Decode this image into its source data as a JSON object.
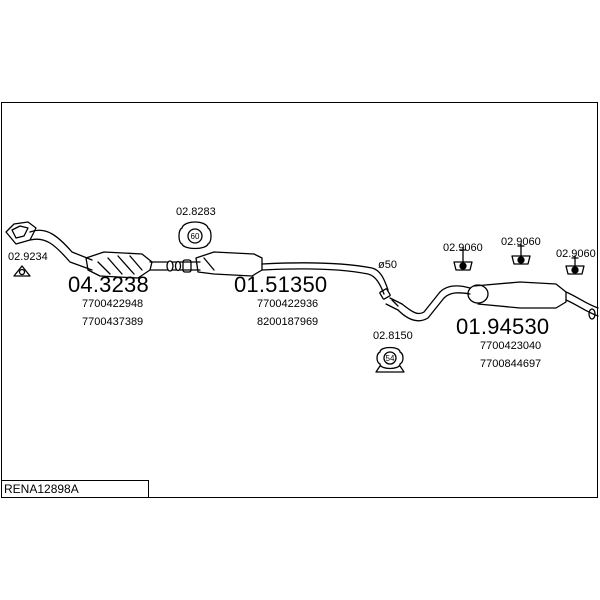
{
  "diagram_code": "RENA12898A",
  "parts": {
    "downpipe": {
      "number": "04.3238",
      "refs": [
        "7700422948",
        "7700437389"
      ]
    },
    "middle_silencer": {
      "number": "01.51350",
      "refs": [
        "7700422936",
        "8200187969"
      ]
    },
    "rear_silencer": {
      "number": "01.94530",
      "refs": [
        "7700423040",
        "7700844697"
      ]
    }
  },
  "fittings": {
    "gasket": {
      "number": "02.9234"
    },
    "clamp_mid": {
      "number": "02.8283",
      "size": "60"
    },
    "clamp_rear": {
      "number": "02.8150",
      "size": "54"
    },
    "hanger_1": {
      "number": "02.9060"
    },
    "hanger_2": {
      "number": "02.9060"
    },
    "hanger_3": {
      "number": "02.9060"
    }
  },
  "pipe_diameter": "ø50"
}
